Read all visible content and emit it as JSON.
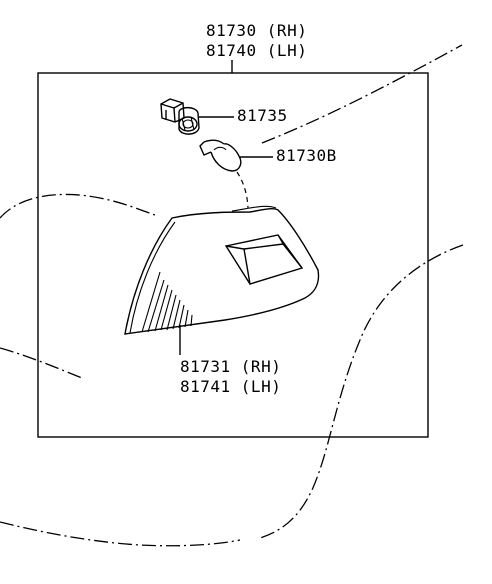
{
  "assembly": {
    "part_rh": "81730 (RH)",
    "part_lh": "81740 (LH)"
  },
  "socket": {
    "part": "81735"
  },
  "bulb": {
    "part": "81730B"
  },
  "lens": {
    "part_rh": "81731 (RH)",
    "part_lh": "81741 (LH)"
  }
}
